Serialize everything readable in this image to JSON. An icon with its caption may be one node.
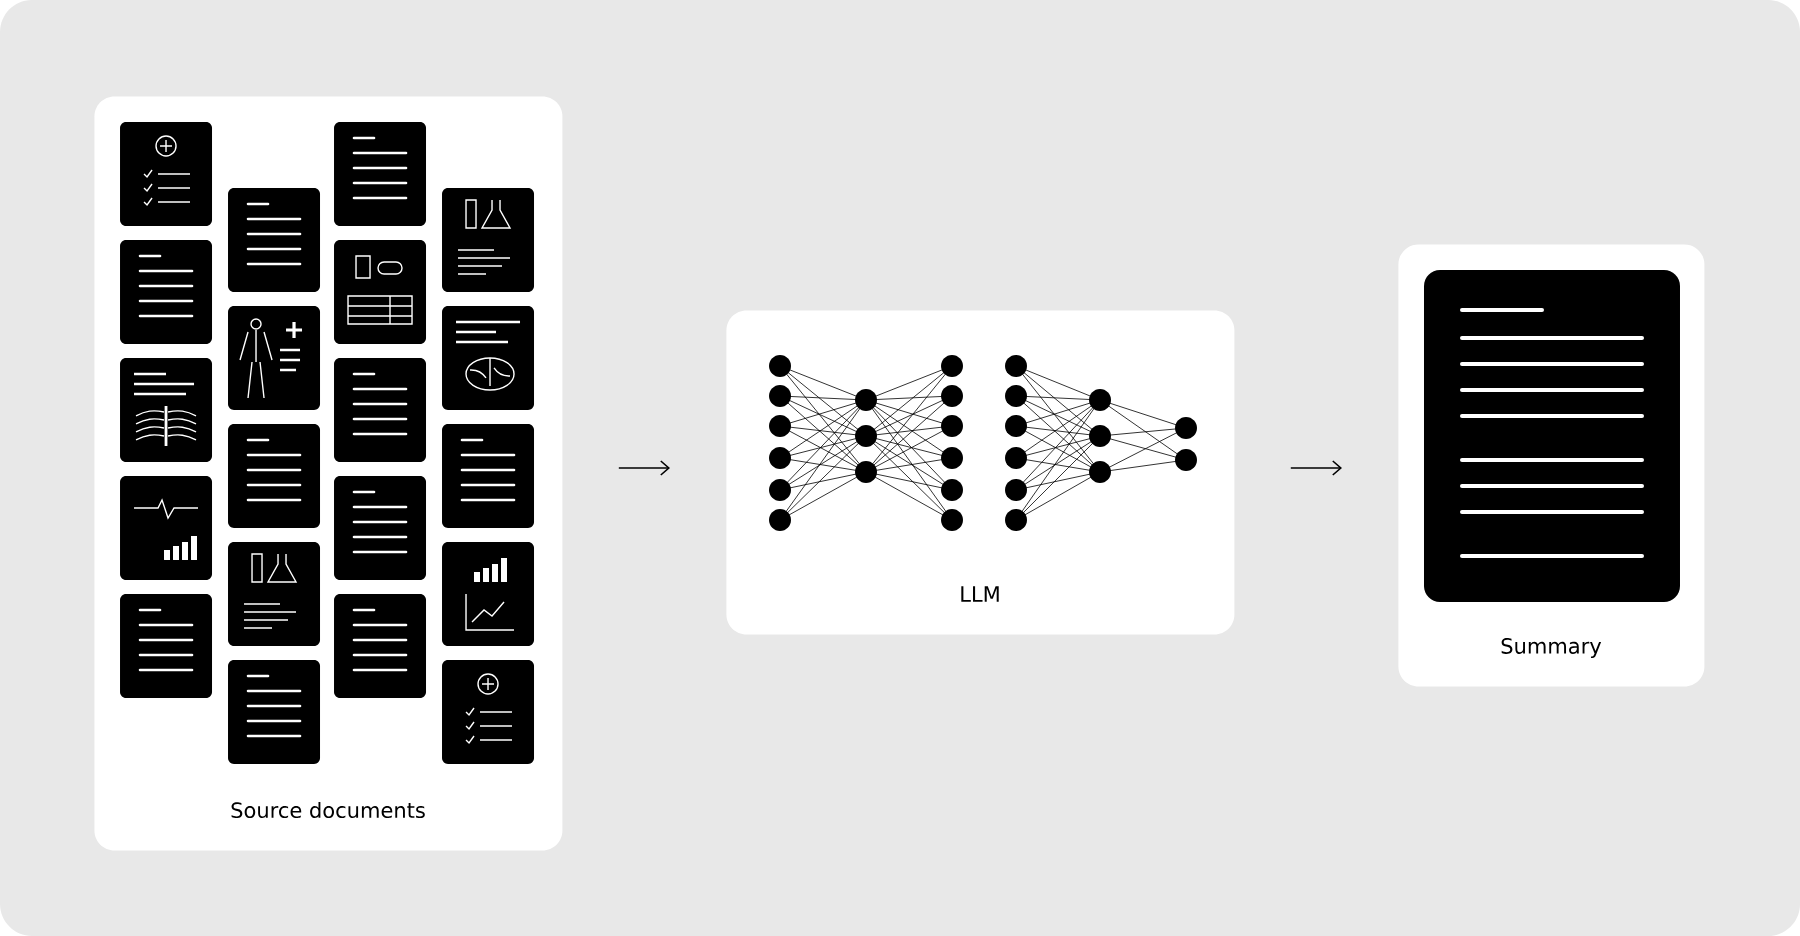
{
  "diagram": {
    "nodes": [
      {
        "text": [
          "Source documents"
        ]
      },
      {
        "text": [
          "LLM"
        ]
      },
      {
        "text": [
          "Summary"
        ]
      }
    ],
    "edges": [
      {
        "from": 0,
        "to": 1,
        "arrow": "to"
      },
      {
        "from": 1,
        "to": 2,
        "arrow": "to"
      }
    ]
  }
}
